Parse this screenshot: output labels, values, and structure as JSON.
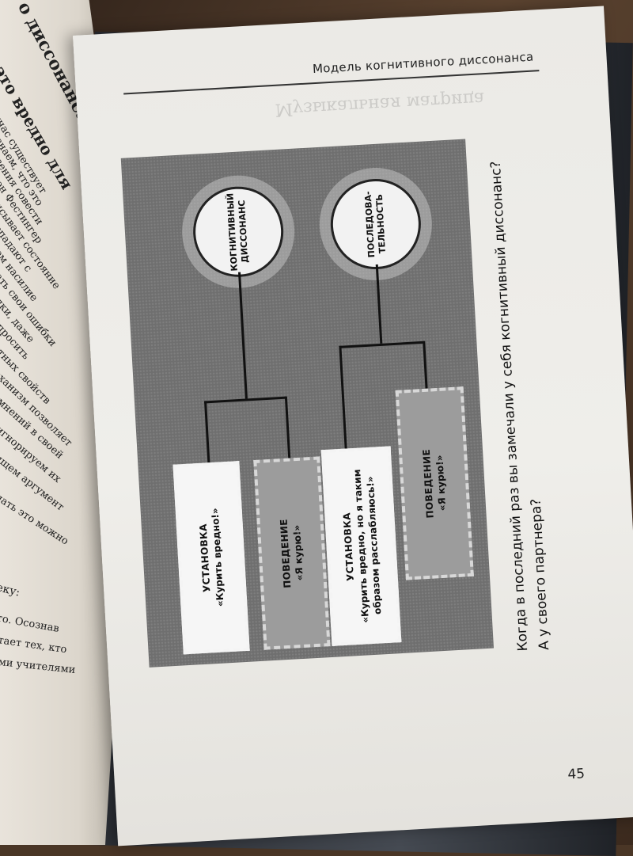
{
  "book": {
    "left_page": {
      "heading": "о диссонанса",
      "subheading": "я это вредно для",
      "fragments": [
        "подчас существует",
        "тя знаем, что это",
        "рызения совести",
        "Леон Фестингер",
        "описывает состояние",
        "совпадают с",
        "даем насилие",
        "знать свои ошибки",
        "тупки, даже",
        "попросить",
        "иятных свойств",
        "механизм позволяет",
        "сомнений в своей",
        "м игнорируем их",
        "м ищем аргумент",
        "делать это можно",
        "веку:",
        "это. Осознав",
        "итает тех, кто",
        "ими учителями"
      ]
    },
    "page": {
      "running_head": "Модель когнитивного диссонанса",
      "ghost_heading": "Музыкальная матрица",
      "diagram": {
        "node_top": "КОГНИТИВНЫЙ ДИССОНАНС",
        "node_bottom": "ПОСЛЕДОВА-ТЕЛЬНОСТЬ",
        "box1": {
          "title": "УСТАНОВКА",
          "text": "«Курить вредно!»"
        },
        "box2": {
          "title": "ПОВЕДЕНИЕ",
          "text": "«Я курю!»"
        },
        "box3": {
          "title": "УСТАНОВКА",
          "text": "«Курить вредно, но я таким образом расслабляюсь!»"
        },
        "box4": {
          "title": "ПОВЕДЕНИЕ",
          "text": "«Я курю!»"
        }
      },
      "question_line1": "Когда в последний раз вы замечали у себя когнитивный диссонанс?",
      "question_line2": "А у своего партнера?",
      "page_number": "45"
    }
  }
}
